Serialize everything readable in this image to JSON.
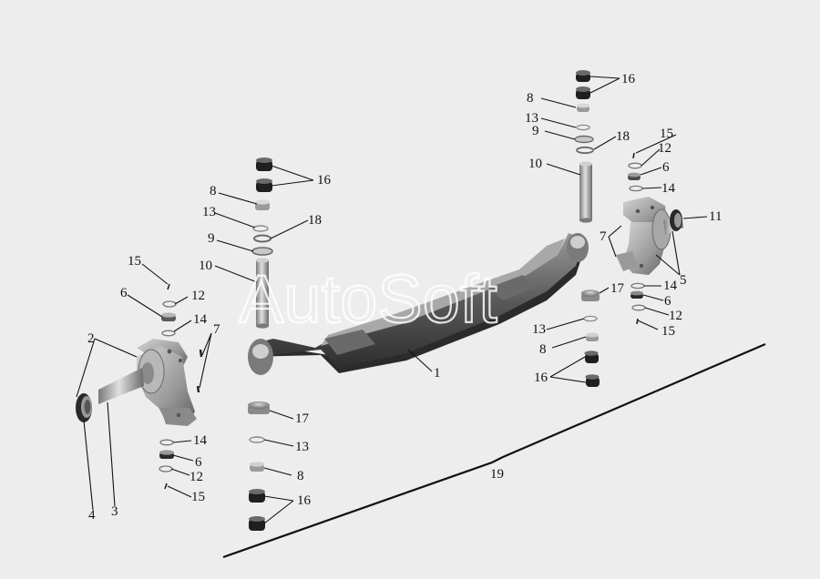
{
  "watermark": "AutoSoft",
  "part_labels": {
    "l1": "1",
    "l2": "2",
    "l3": "3",
    "l4": "4",
    "l5": "5",
    "l6a": "6",
    "l6b": "6",
    "l6c": "6",
    "l6d": "6",
    "l7a": "7",
    "l7b": "7",
    "l8a": "8",
    "l8b": "8",
    "l8c": "8",
    "l8d": "8",
    "l9a": "9",
    "l9b": "9",
    "l10a": "10",
    "l10b": "10",
    "l11": "11",
    "l12a": "12",
    "l12b": "12",
    "l12c": "12",
    "l12d": "12",
    "l13a": "13",
    "l13b": "13",
    "l13c": "13",
    "l13d": "13",
    "l14a": "14",
    "l14b": "14",
    "l14c": "14",
    "l14d": "14",
    "l15a": "15",
    "l15b": "15",
    "l15c": "15",
    "l15d": "15",
    "l16a": "16",
    "l16b": "16",
    "l16c": "16",
    "l16d": "16",
    "l17a": "17",
    "l17b": "17",
    "l18a": "18",
    "l18b": "18",
    "l19": "19"
  },
  "colors": {
    "metal_light": "#c8c8c8",
    "metal_mid": "#8f8f8f",
    "metal_dark": "#3c3c3c",
    "rubber": "#1e1e1e",
    "background": "#ededed"
  }
}
